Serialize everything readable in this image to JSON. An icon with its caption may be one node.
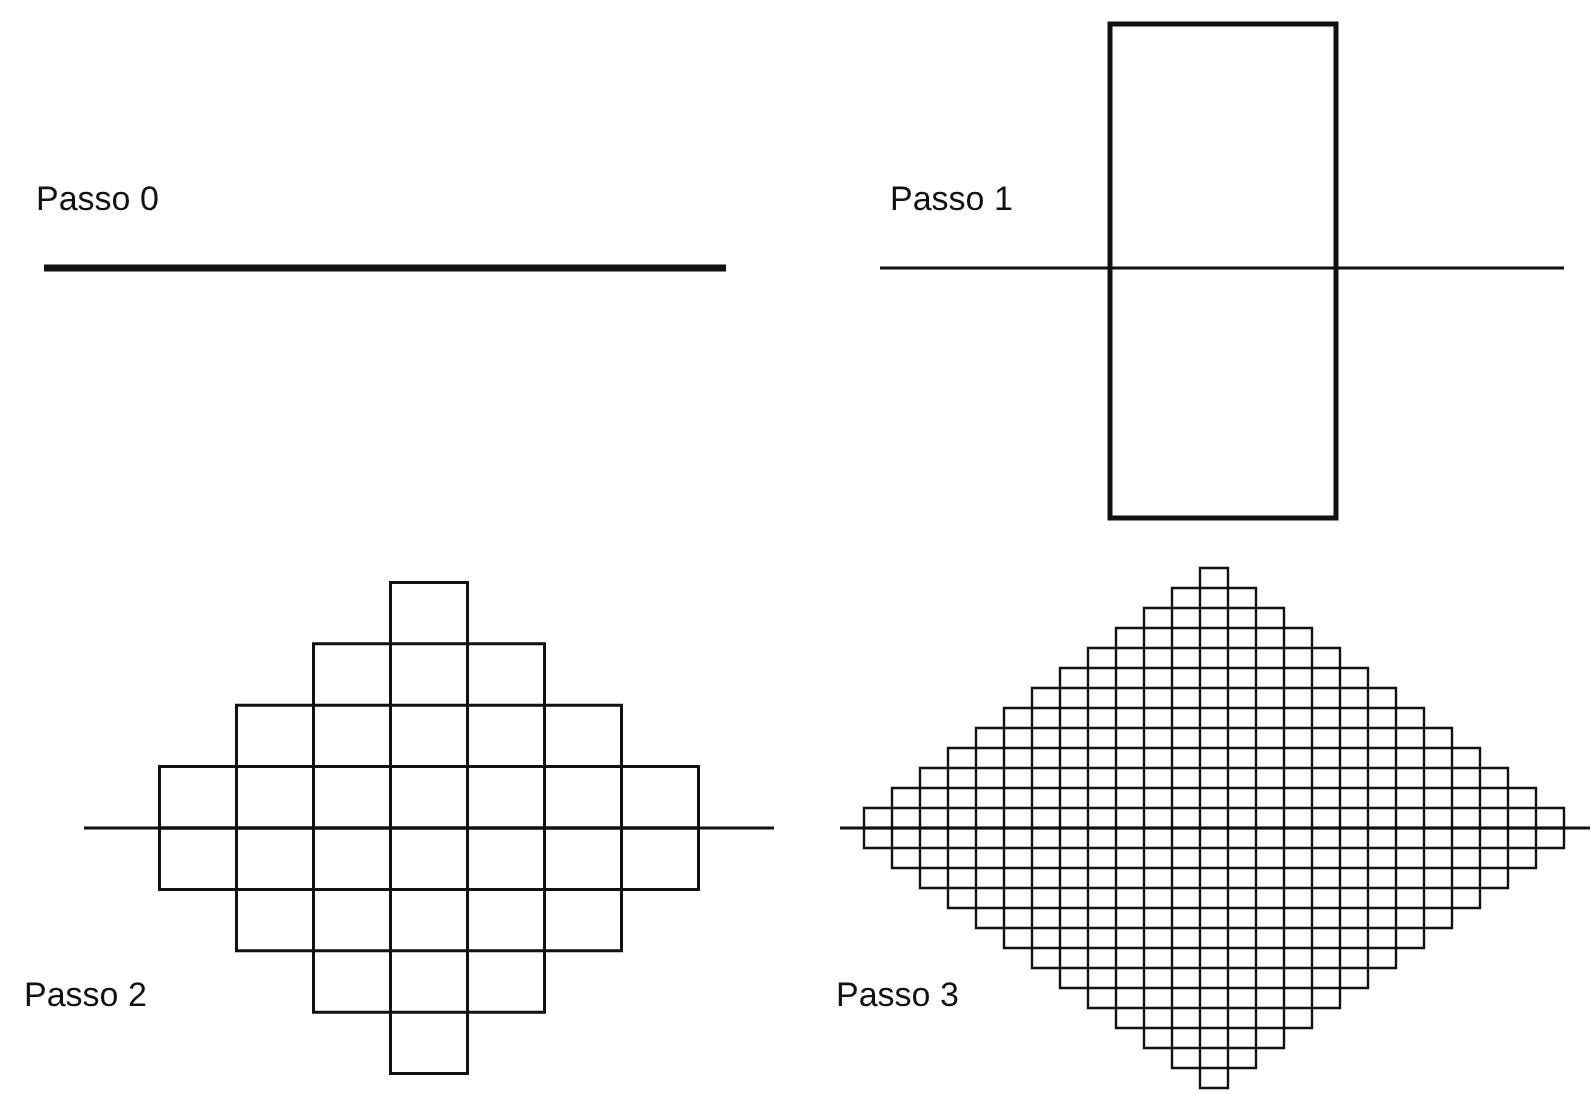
{
  "diagram": {
    "labels": [
      "Passo 0",
      "Passo 1",
      "Passo 2",
      "Passo 3"
    ]
  }
}
